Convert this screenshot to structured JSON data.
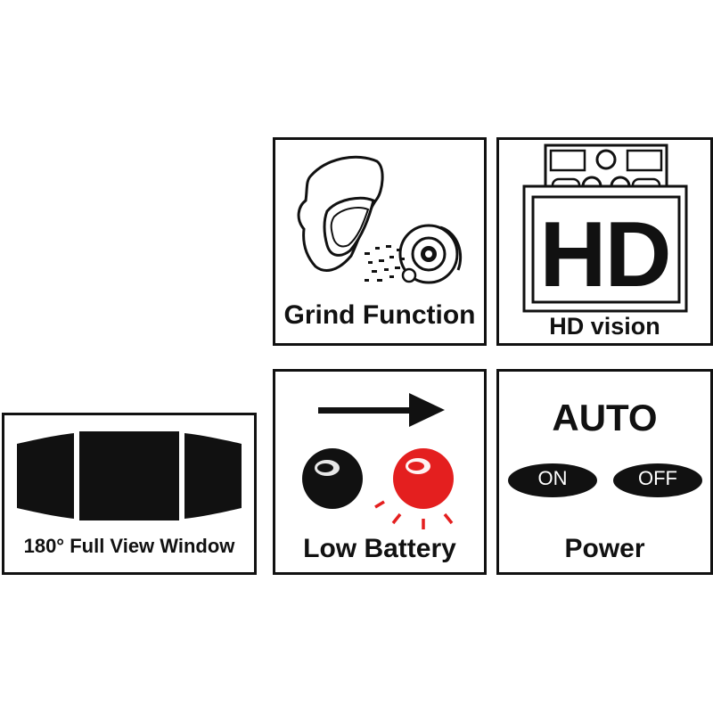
{
  "grind": {
    "label": "Grind Function",
    "icon": "welding-helmet-and-grinding-disc-icon"
  },
  "hd": {
    "label": "HD vision",
    "badge": "HD",
    "icon": "hd-screen-icon"
  },
  "window": {
    "label": "180° Full View Window",
    "icon": "panoramic-window-icon"
  },
  "battery": {
    "label": "Low Battery",
    "icon": "indicator-lights-icon",
    "accent": "#e41f1f"
  },
  "power": {
    "title": "AUTO",
    "on_label": "ON",
    "off_label": "OFF",
    "label": "Power"
  }
}
